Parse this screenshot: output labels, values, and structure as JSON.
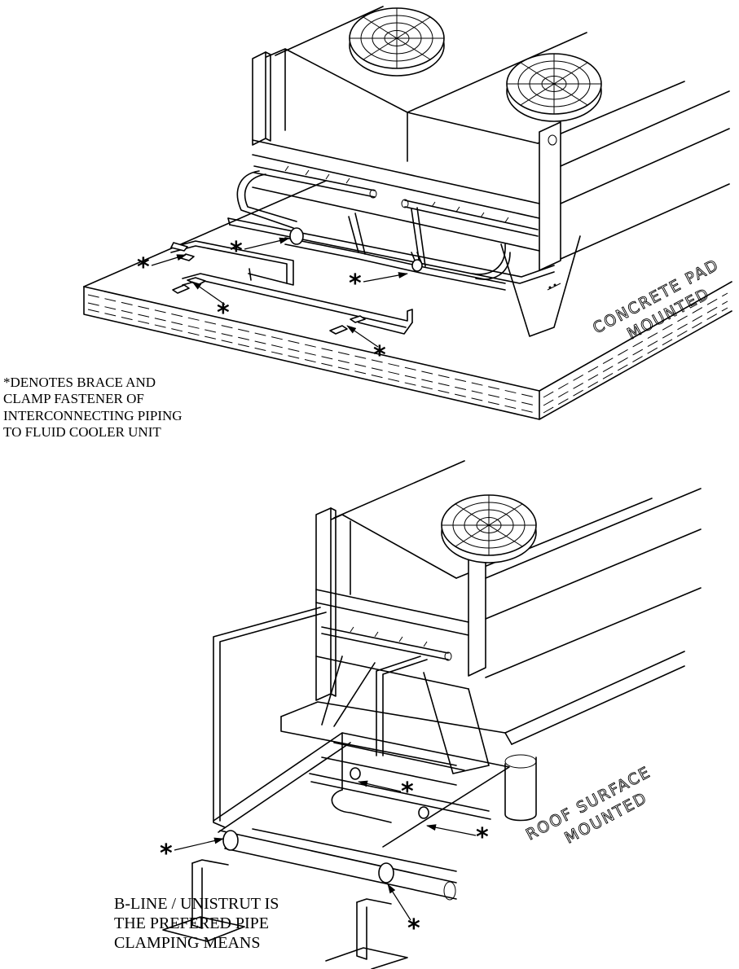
{
  "labels": {
    "top_view": [
      "CONCRETE PAD",
      "MOUNTED"
    ],
    "bottom_view": [
      "ROOF SURFACE",
      "MOUNTED"
    ]
  },
  "notes": {
    "fastener_note": [
      "*DENOTES BRACE AND",
      "CLAMP FASTENER OF",
      "INTERCONNECTING PIPING",
      "TO FLUID COOLER UNIT"
    ],
    "clamp_note": [
      "B-LINE / UNISTRUT IS",
      "THE PREFERED PIPE",
      "CLAMPING MEANS"
    ]
  },
  "markers": {
    "fastener_symbol": "*"
  }
}
